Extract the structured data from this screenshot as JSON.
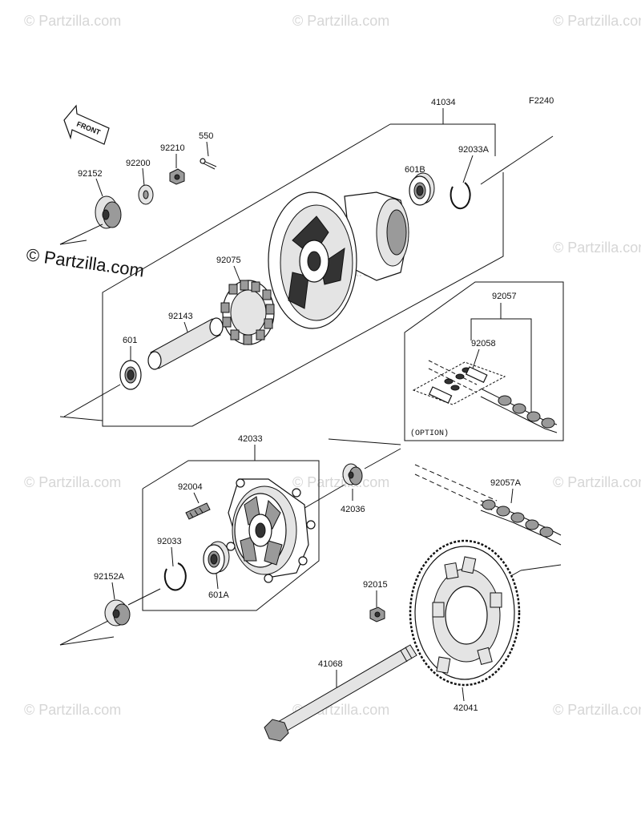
{
  "diagram_code": "F2240",
  "front_label": "FRONT",
  "option_label": "(OPTION)",
  "watermark": "© Partzilla.com",
  "watermark_main": "© Partzilla.com",
  "parts": {
    "p41034": "41034",
    "p92033A": "92033A",
    "p601B": "601B",
    "p92152": "92152",
    "p92200": "92200",
    "p92210": "92210",
    "p550": "550",
    "p92075": "92075",
    "p92143": "92143",
    "p601": "601",
    "p92057": "92057",
    "p92058": "92058",
    "p42033": "42033",
    "p92004": "92004",
    "p42036": "42036",
    "p92033": "92033",
    "p92152A": "92152A",
    "p601A": "601A",
    "p92057A": "92057A",
    "p92015": "92015",
    "p41068": "41068",
    "p42041": "42041"
  }
}
